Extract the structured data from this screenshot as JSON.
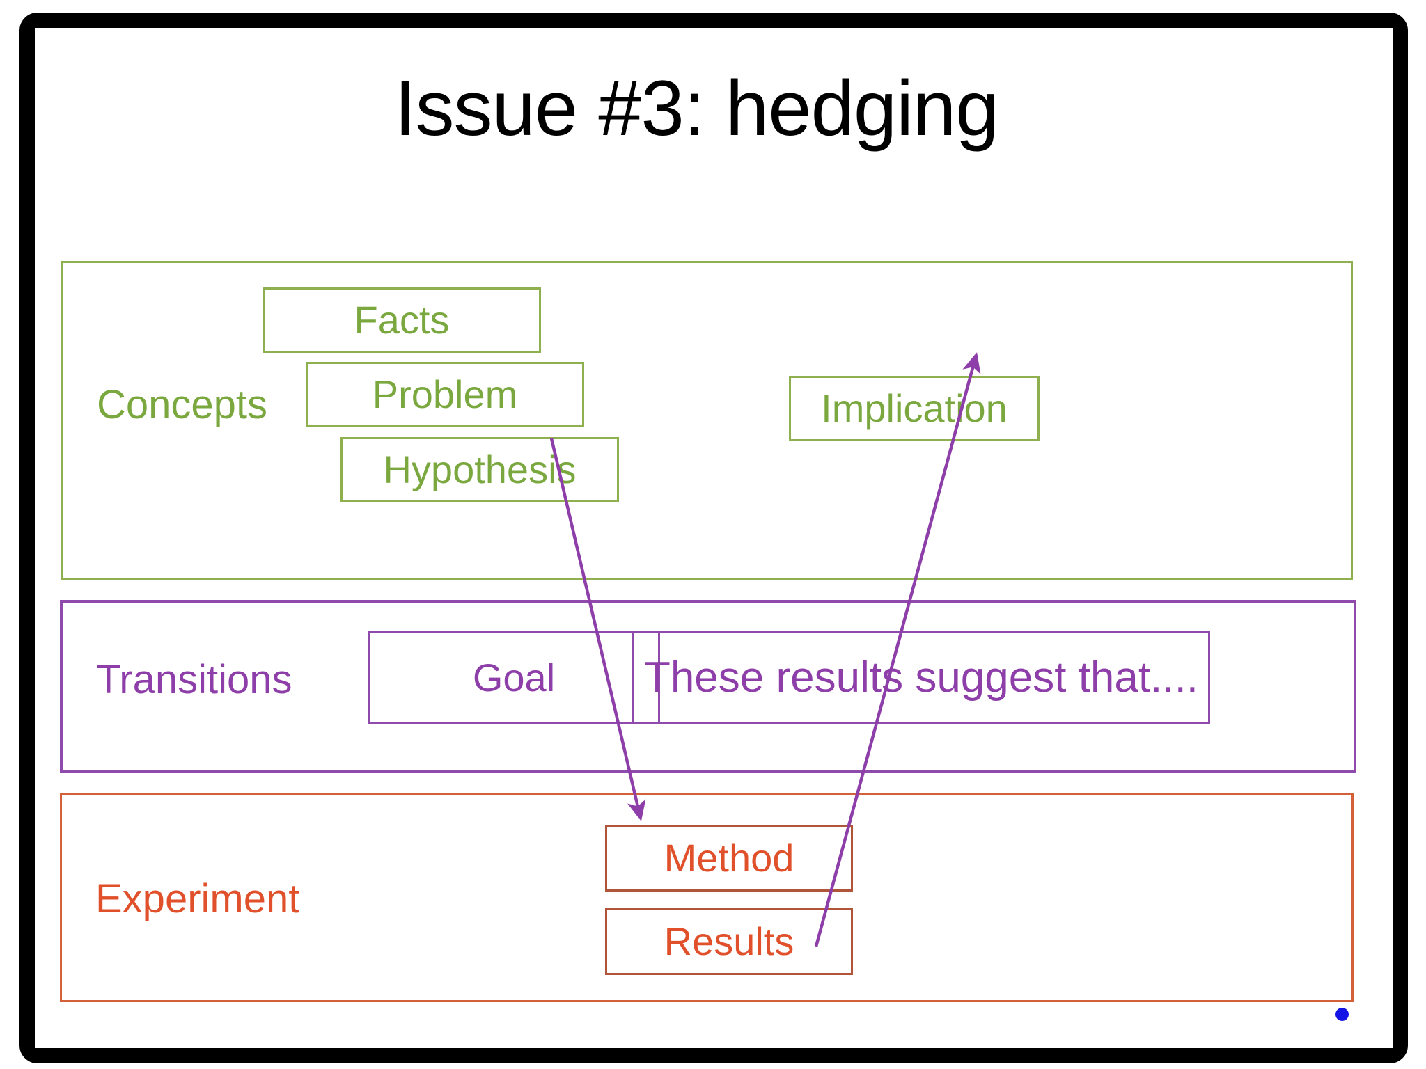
{
  "slide": {
    "title": "Issue #3: hedging",
    "background_color": "#ffffff",
    "bezel_color": "#000000"
  },
  "colors": {
    "concepts_green": "#7aa83f",
    "concepts_border": "#8fb04e",
    "transitions_purple": "#8e3ea8",
    "transitions_border": "#8e4bab",
    "experiment_orange": "#e0502a",
    "experiment_border": "#b0543a",
    "arrow_purple": "#8e3ea8",
    "pointer_blue": "#1414e6",
    "title_black": "#000000"
  },
  "diagram": {
    "type": "layered-flow",
    "bands": [
      {
        "id": "concepts",
        "label": "Concepts",
        "color": "#7aa83f",
        "nodes": [
          {
            "id": "facts",
            "label": "Facts"
          },
          {
            "id": "problem",
            "label": "Problem"
          },
          {
            "id": "hypothesis",
            "label": "Hypothesis"
          },
          {
            "id": "implication",
            "label": "Implication"
          }
        ]
      },
      {
        "id": "transitions",
        "label": "Transitions",
        "color": "#8e3ea8",
        "nodes": [
          {
            "id": "goal",
            "label": "Goal"
          },
          {
            "id": "suggest",
            "label": "These results suggest that...."
          }
        ]
      },
      {
        "id": "experiment",
        "label": "Experiment",
        "color": "#e0502a",
        "nodes": [
          {
            "id": "method",
            "label": "Method"
          },
          {
            "id": "results",
            "label": "Results"
          }
        ]
      }
    ],
    "arrows": [
      {
        "id": "hypothesis-to-method",
        "from": "hypothesis",
        "to": "method",
        "color": "#8e3ea8"
      },
      {
        "id": "results-to-implication",
        "from": "results",
        "to": "implication",
        "color": "#8e3ea8"
      }
    ]
  },
  "pointer": {
    "label": "laser-pointer-dot",
    "color": "#1414e6"
  }
}
